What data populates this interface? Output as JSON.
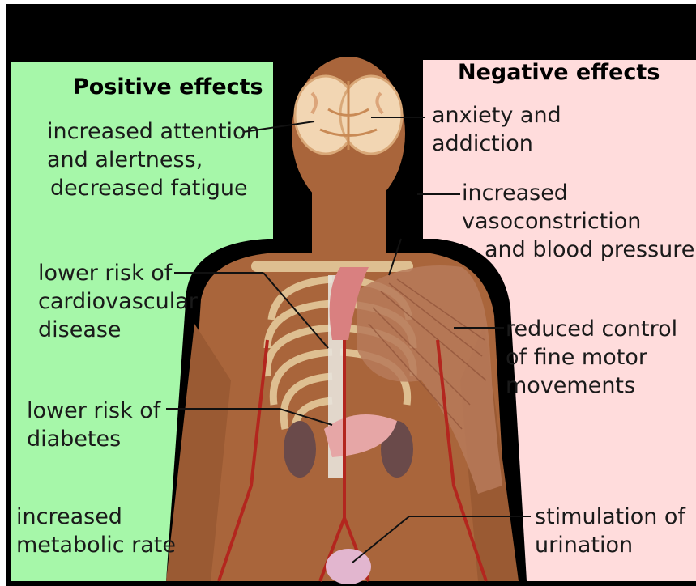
{
  "positive": {
    "heading": "Positive effects",
    "color": "#a6f7a9",
    "items": [
      {
        "lines": [
          "increased attention",
          "and alertness,",
          "decreased fatigue"
        ]
      },
      {
        "lines": [
          "lower risk of",
          "cardiovascular",
          "disease"
        ]
      },
      {
        "lines": [
          "lower risk of",
          "diabetes"
        ]
      },
      {
        "lines": [
          "increased",
          "metabolic rate"
        ]
      }
    ]
  },
  "negative": {
    "heading": "Negative effects",
    "color": "#ffdcdc",
    "items": [
      {
        "lines": [
          "anxiety and",
          "addiction"
        ]
      },
      {
        "lines": [
          "increased",
          "vasoconstriction",
          "and blood pressure"
        ]
      },
      {
        "lines": [
          "reduced control",
          "of fine motor",
          "movements"
        ]
      },
      {
        "lines": [
          "stimulation of",
          "urination"
        ]
      }
    ]
  },
  "colors": {
    "background": "#000000",
    "skin": "#a9653b",
    "skin_dark": "#8c4f2a",
    "bone": "#e8cfa0",
    "artery": "#b3261e",
    "muscle": "#b77a5a",
    "brain": "#f2d6b3"
  }
}
